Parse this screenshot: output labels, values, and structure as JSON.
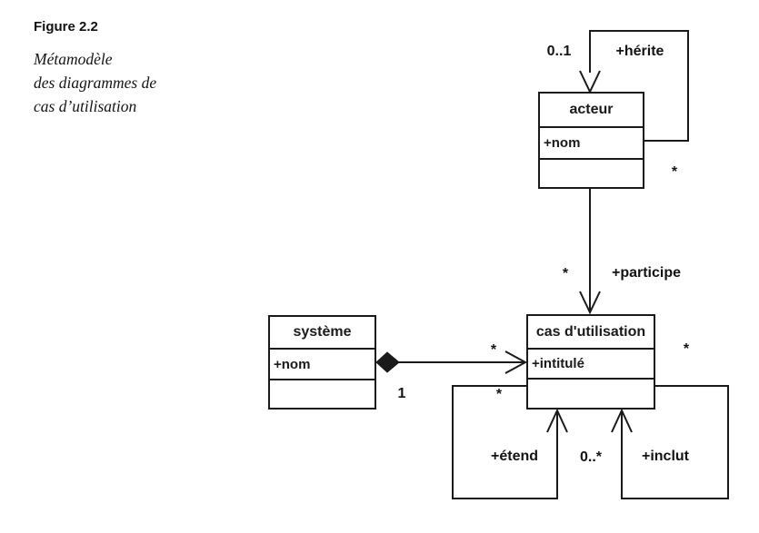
{
  "figure": {
    "label": "Figure 2.2",
    "caption_lines": [
      "Métamodèle",
      "des diagrammes de",
      "cas d’utilisation"
    ]
  },
  "colors": {
    "ink": "#1a1a1a",
    "background": "#ffffff"
  },
  "classes": {
    "acteur": {
      "name": "acteur",
      "attribute": "+nom"
    },
    "systeme": {
      "name": "système",
      "attribute": "+nom"
    },
    "cas": {
      "name": "cas d'utilisation",
      "attribute": "+intitulé"
    }
  },
  "labels": {
    "herite_mult_target": "0..1",
    "herite_role": "+hérite",
    "herite_mult_source": "*",
    "participe_mult_acteur": "*",
    "participe_role": "+participe",
    "systeme_cas_mult_cas": "*",
    "systeme_cas_mult_systeme": "1",
    "etend_mult_near": "*",
    "etend_role": "+étend",
    "etend_inclut_mult": "0..*",
    "inclut_mult_near": "*",
    "inclut_role": "+inclut"
  },
  "icons": {
    "open_arrowhead": "open V navigability arrowhead",
    "composition_diamond": "filled composition diamond"
  }
}
